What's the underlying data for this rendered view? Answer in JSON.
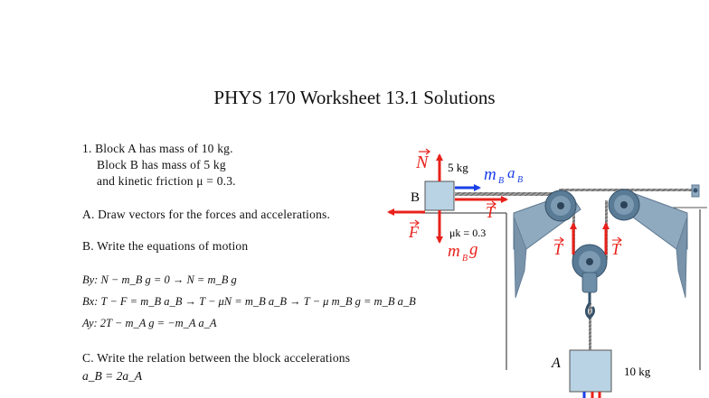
{
  "title": "PHYS 170 Worksheet 13.1 Solutions",
  "problem": {
    "line1": "1. Block A has mass of 10 kg.",
    "line2": "Block B has mass of 5 kg",
    "line3": "and kinetic friction μ = 0.3.",
    "partA": "A.  Draw vectors for the forces and accelerations.",
    "partB": "B.  Write the equations of motion",
    "eq_by": "By: N − m_B g = 0 → N = m_B g",
    "eq_bx": "Bx: T − F = m_B a_B → T − μN = m_B a_B → T − μ m_B g = m_B a_B",
    "eq_ay": "Ay: 2T − m_A g = −m_A a_A",
    "partC": "C.  Write the relation between the block accelerations",
    "relation": "a_B = 2a_A"
  },
  "diagram": {
    "block_b_label": "B",
    "block_b_mass": "5 kg",
    "block_a_label": "A",
    "block_a_mass": "10 kg",
    "friction_label": "μk = 0.3",
    "force_normal": "N",
    "force_friction": "F",
    "force_tension": "T",
    "force_weight_m": "m",
    "force_weight_sub": "B",
    "force_weight_g": "g",
    "accel_m": "m",
    "accel_sub1": "B",
    "accel_a": "a",
    "accel_sub2": "B",
    "colors": {
      "force_red": "#e8211a",
      "accel_blue": "#1a3fe8",
      "pulley_blue": "#5a7b96",
      "support_blue": "#8fa9bf",
      "block_blue": "#b9d3e4",
      "wall_line": "#555555"
    }
  }
}
